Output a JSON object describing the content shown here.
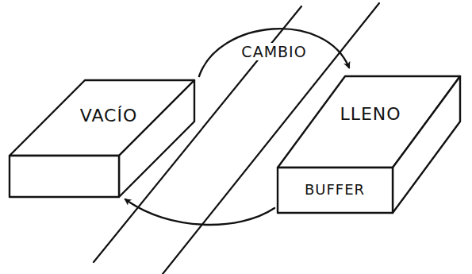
{
  "diagram": {
    "nodes": [
      {
        "text": [
          "VACÍO"
        ]
      },
      {
        "text": [
          "LLENO",
          "BUFFER"
        ]
      }
    ],
    "edges": [
      {
        "from": 0,
        "to": 1,
        "label": "CAMBIO",
        "arrow": "to"
      },
      {
        "from": 1,
        "to": 0,
        "arrow": "to"
      }
    ]
  }
}
